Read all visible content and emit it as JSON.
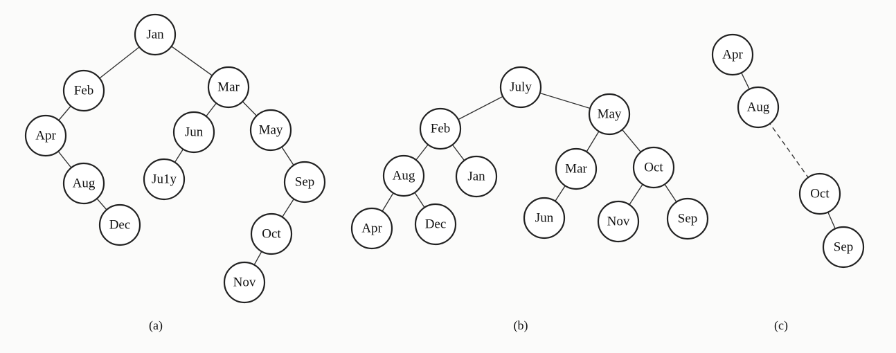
{
  "panels": [
    {
      "caption": "(a)",
      "nodes": [
        {
          "id": "a-jan",
          "label": "Jan"
        },
        {
          "id": "a-feb",
          "label": "Feb"
        },
        {
          "id": "a-mar",
          "label": "Mar"
        },
        {
          "id": "a-apr",
          "label": "Apr"
        },
        {
          "id": "a-jun",
          "label": "Jun"
        },
        {
          "id": "a-may",
          "label": "May"
        },
        {
          "id": "a-aug",
          "label": "Aug"
        },
        {
          "id": "a-july",
          "label": "Ju1y"
        },
        {
          "id": "a-sep",
          "label": "Sep"
        },
        {
          "id": "a-dec",
          "label": "Dec"
        },
        {
          "id": "a-oct",
          "label": "Oct"
        },
        {
          "id": "a-nov",
          "label": "Nov"
        }
      ],
      "edges": [
        [
          "a-jan",
          "a-feb"
        ],
        [
          "a-jan",
          "a-mar"
        ],
        [
          "a-feb",
          "a-apr"
        ],
        [
          "a-apr",
          "a-aug"
        ],
        [
          "a-aug",
          "a-dec"
        ],
        [
          "a-mar",
          "a-jun"
        ],
        [
          "a-mar",
          "a-may"
        ],
        [
          "a-jun",
          "a-july"
        ],
        [
          "a-may",
          "a-sep"
        ],
        [
          "a-sep",
          "a-oct"
        ],
        [
          "a-oct",
          "a-nov"
        ]
      ]
    },
    {
      "caption": "(b)",
      "nodes": [
        {
          "id": "b-july",
          "label": "July"
        },
        {
          "id": "b-feb",
          "label": "Feb"
        },
        {
          "id": "b-may",
          "label": "May"
        },
        {
          "id": "b-aug",
          "label": "Aug"
        },
        {
          "id": "b-jan",
          "label": "Jan"
        },
        {
          "id": "b-mar",
          "label": "Mar"
        },
        {
          "id": "b-oct",
          "label": "Oct"
        },
        {
          "id": "b-apr",
          "label": "Apr"
        },
        {
          "id": "b-dec",
          "label": "Dec"
        },
        {
          "id": "b-jun",
          "label": "Jun"
        },
        {
          "id": "b-nov",
          "label": "Nov"
        },
        {
          "id": "b-sep",
          "label": "Sep"
        }
      ],
      "edges": [
        [
          "b-july",
          "b-feb"
        ],
        [
          "b-july",
          "b-may"
        ],
        [
          "b-feb",
          "b-aug"
        ],
        [
          "b-feb",
          "b-jan"
        ],
        [
          "b-aug",
          "b-apr"
        ],
        [
          "b-aug",
          "b-dec"
        ],
        [
          "b-may",
          "b-mar"
        ],
        [
          "b-may",
          "b-oct"
        ],
        [
          "b-mar",
          "b-jun"
        ],
        [
          "b-oct",
          "b-nov"
        ],
        [
          "b-oct",
          "b-sep"
        ]
      ]
    },
    {
      "caption": "(c)",
      "nodes": [
        {
          "id": "c-apr",
          "label": "Apr"
        },
        {
          "id": "c-aug",
          "label": "Aug"
        },
        {
          "id": "c-oct",
          "label": "Oct"
        },
        {
          "id": "c-sep",
          "label": "Sep"
        }
      ],
      "edges": [
        [
          "c-apr",
          "c-aug"
        ],
        [
          "c-aug",
          "c-oct",
          "dashed"
        ],
        [
          "c-oct",
          "c-sep"
        ]
      ]
    }
  ]
}
